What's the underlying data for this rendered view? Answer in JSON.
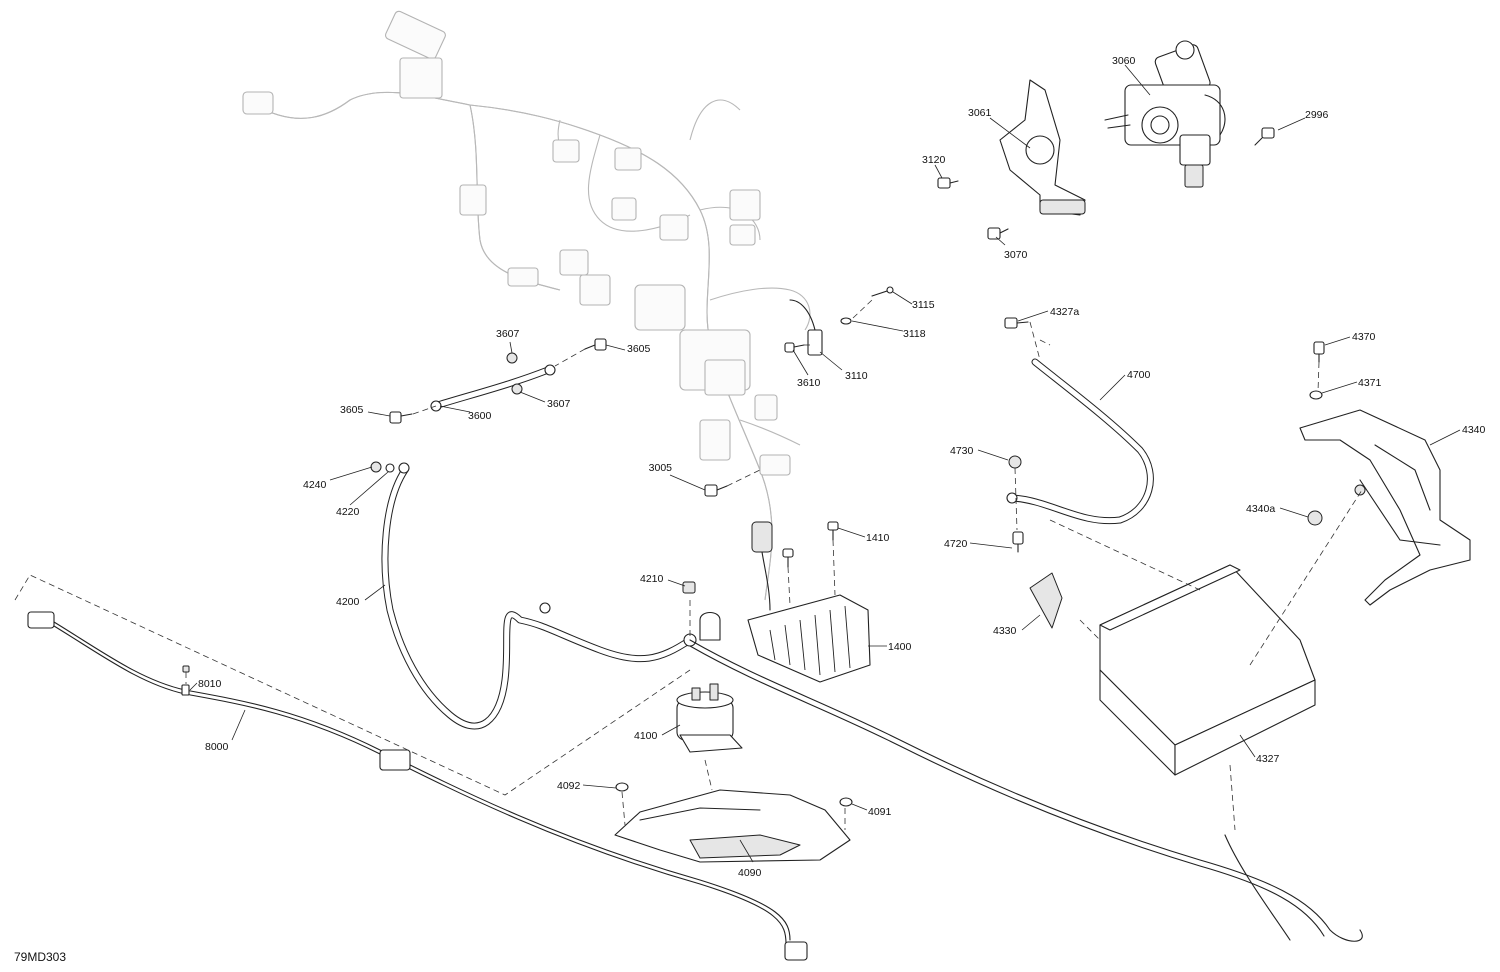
{
  "diagram_code": "79MD303",
  "parts": [
    {
      "id": "p2996",
      "number": "2996"
    },
    {
      "id": "p3005",
      "number": "3005"
    },
    {
      "id": "p3060",
      "number": "3060"
    },
    {
      "id": "p3061",
      "number": "3061"
    },
    {
      "id": "p3070",
      "number": "3070"
    },
    {
      "id": "p3110",
      "number": "3110"
    },
    {
      "id": "p3115",
      "number": "3115"
    },
    {
      "id": "p3118",
      "number": "3118"
    },
    {
      "id": "p3120",
      "number": "3120"
    },
    {
      "id": "p3600",
      "number": "3600"
    },
    {
      "id": "p3605a",
      "number": "3605"
    },
    {
      "id": "p3605b",
      "number": "3605"
    },
    {
      "id": "p3607a",
      "number": "3607"
    },
    {
      "id": "p3607b",
      "number": "3607"
    },
    {
      "id": "p3610",
      "number": "3610"
    },
    {
      "id": "p1400",
      "number": "1400"
    },
    {
      "id": "p1410",
      "number": "1410"
    },
    {
      "id": "p4090",
      "number": "4090"
    },
    {
      "id": "p4091",
      "number": "4091"
    },
    {
      "id": "p4092",
      "number": "4092"
    },
    {
      "id": "p4100",
      "number": "4100"
    },
    {
      "id": "p4200",
      "number": "4200"
    },
    {
      "id": "p4210",
      "number": "4210"
    },
    {
      "id": "p4220",
      "number": "4220"
    },
    {
      "id": "p4240",
      "number": "4240"
    },
    {
      "id": "p4327",
      "number": "4327"
    },
    {
      "id": "p4327a",
      "number": "4327a"
    },
    {
      "id": "p4330",
      "number": "4330"
    },
    {
      "id": "p4340",
      "number": "4340"
    },
    {
      "id": "p4340a",
      "number": "4340a"
    },
    {
      "id": "p4370",
      "number": "4370"
    },
    {
      "id": "p4371",
      "number": "4371"
    },
    {
      "id": "p4700",
      "number": "4700"
    },
    {
      "id": "p4720",
      "number": "4720"
    },
    {
      "id": "p4730",
      "number": "4730"
    },
    {
      "id": "p8000",
      "number": "8000"
    },
    {
      "id": "p8010",
      "number": "8010"
    }
  ]
}
